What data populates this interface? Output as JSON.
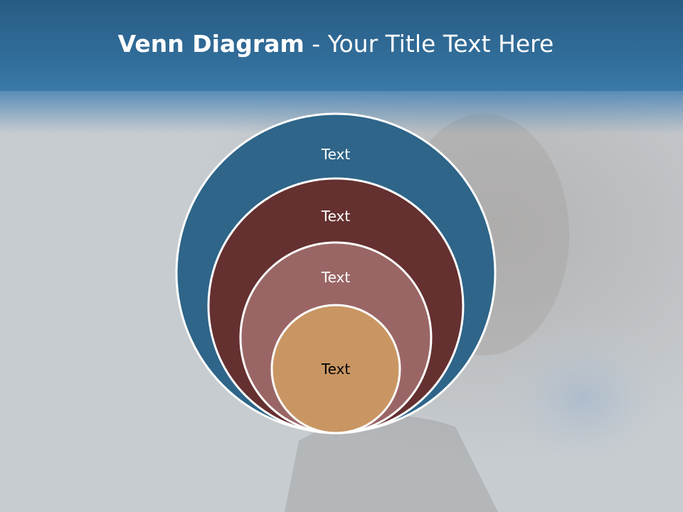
{
  "slide": {
    "title_bold": "Venn Diagram",
    "title_rest": " - Your Title Text Here"
  },
  "diagram": {
    "circles": [
      {
        "label": "Text",
        "fill": "#2e6589",
        "text_color": "#ffffff"
      },
      {
        "label": "Text",
        "fill": "#653030",
        "text_color": "#ffffff"
      },
      {
        "label": "Text",
        "fill": "#9a6665",
        "text_color": "#ffffff"
      },
      {
        "label": "Text",
        "fill": "#c99663",
        "text_color": "#000000"
      }
    ]
  },
  "colors": {
    "header": "#2e6a96",
    "background": "#c7ccd0",
    "outline": "#ffffff"
  }
}
